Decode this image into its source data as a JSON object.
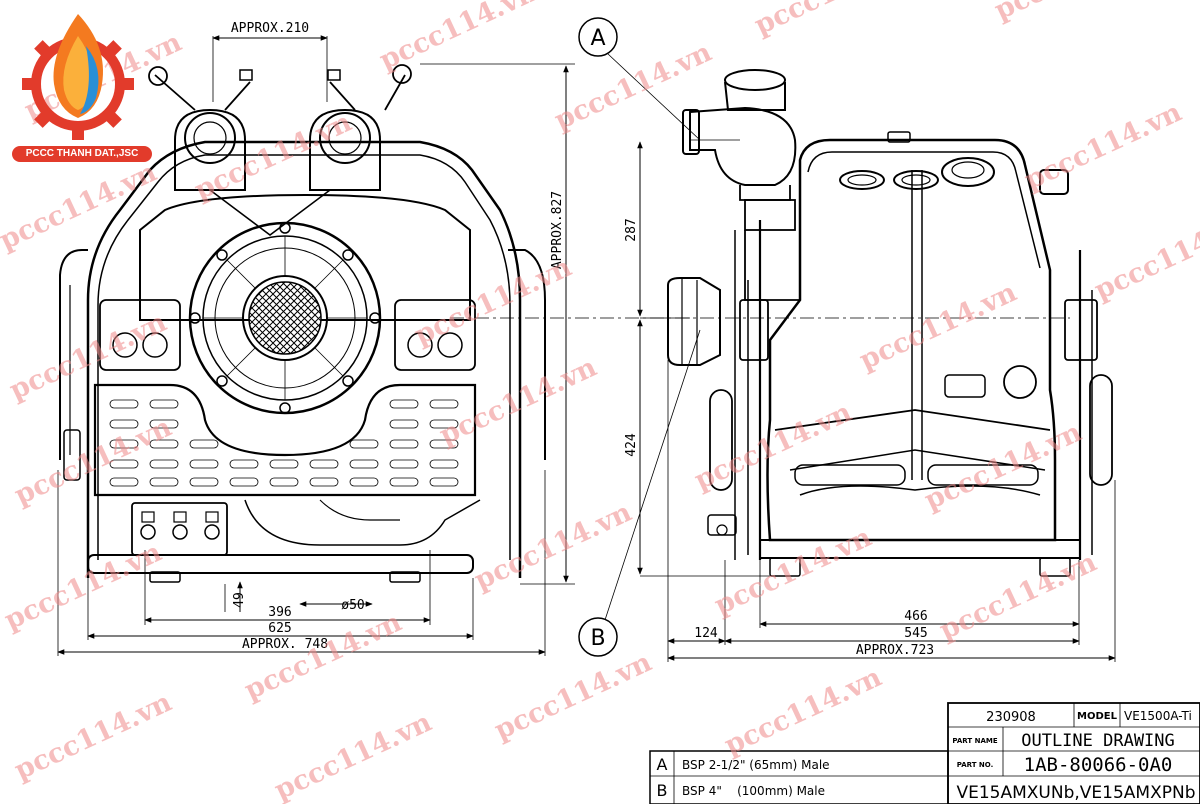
{
  "logo": {
    "caption": "PCCC THANH DAT.,JSC"
  },
  "watermark": "pccc114.vn",
  "front_view": {
    "dims": {
      "approx_210": "APPROX.210",
      "approx_827": "APPROX.827",
      "d49": "49",
      "d396": "396",
      "d50": "ø50",
      "d625": "625",
      "approx_748": "APPROX. 748"
    }
  },
  "side_view": {
    "callout_a": "A",
    "callout_b": "B",
    "dims": {
      "d287": "287",
      "d424": "424",
      "d466": "466",
      "d124": "124",
      "d545": "545",
      "approx_723": "APPROX.723"
    }
  },
  "title_block": {
    "date": "230908",
    "model_label": "MODEL",
    "model_value": "VE1500A-Ti",
    "part_name_label": "PART NAME",
    "part_name_value": "OUTLINE DRAWING",
    "part_no_label": "PART NO.",
    "part_no_value": "1AB-80066-0A0",
    "variants": "VE15AMXUNb,VE15AMXPNb"
  },
  "legend": [
    {
      "key": "A",
      "desc": "BSP 2-1/2\" (65mm) Male"
    },
    {
      "key": "B",
      "desc": "BSP 4\"    (100mm) Male"
    }
  ]
}
